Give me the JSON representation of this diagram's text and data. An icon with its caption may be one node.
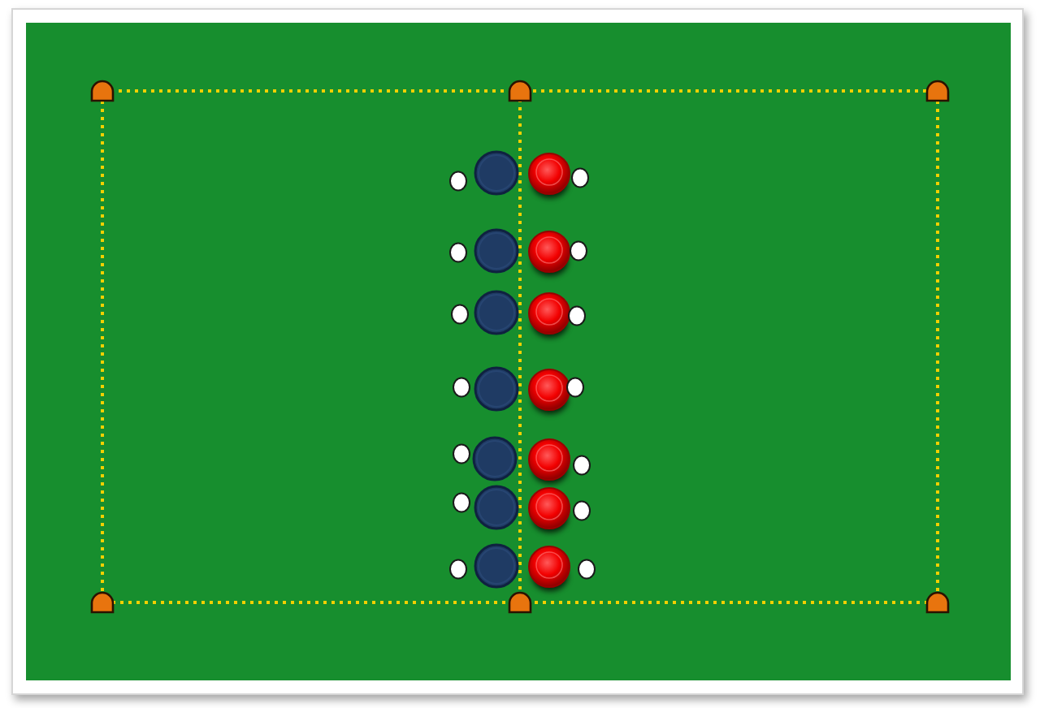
{
  "diagram": {
    "nodes": [
      {
        "text": [],
        "shape": "cone"
      },
      {
        "text": [],
        "shape": "cone"
      },
      {
        "text": [],
        "shape": "cone"
      },
      {
        "text": [],
        "shape": "ball"
      },
      {
        "text": [],
        "shape": "circle"
      },
      {
        "text": [],
        "shape": "circle"
      },
      {
        "text": [],
        "shape": "ball"
      },
      {
        "text": [],
        "shape": "ball"
      },
      {
        "text": [],
        "shape": "circle"
      },
      {
        "text": [],
        "shape": "circle"
      },
      {
        "text": [],
        "shape": "ball"
      },
      {
        "text": [],
        "shape": "ball"
      },
      {
        "text": [],
        "shape": "circle"
      },
      {
        "text": [],
        "shape": "circle"
      },
      {
        "text": [],
        "shape": "ball"
      },
      {
        "text": [],
        "shape": "ball"
      },
      {
        "text": [],
        "shape": "circle"
      },
      {
        "text": [],
        "shape": "circle"
      },
      {
        "text": [],
        "shape": "ball"
      },
      {
        "text": [],
        "shape": "ball"
      },
      {
        "text": [],
        "shape": "circle"
      },
      {
        "text": [],
        "shape": "circle"
      },
      {
        "text": [],
        "shape": "ball"
      },
      {
        "text": [],
        "shape": "ball"
      },
      {
        "text": [],
        "shape": "circle"
      },
      {
        "text": [],
        "shape": "circle"
      },
      {
        "text": [],
        "shape": "ball"
      },
      {
        "text": [],
        "shape": "ball"
      },
      {
        "text": [],
        "shape": "circle"
      },
      {
        "text": [],
        "shape": "circle"
      },
      {
        "text": [],
        "shape": "ball"
      },
      {
        "text": [],
        "shape": "cone"
      },
      {
        "text": [],
        "shape": "cone"
      },
      {
        "text": [],
        "shape": "cone"
      }
    ]
  }
}
